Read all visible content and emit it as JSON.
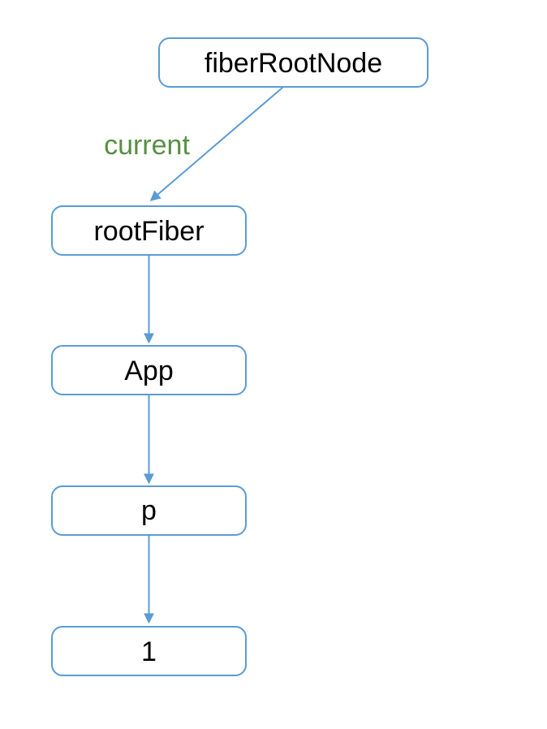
{
  "diagram": {
    "nodes": [
      {
        "id": "fiberRootNode",
        "label": "fiberRootNode"
      },
      {
        "id": "rootFiber",
        "label": "rootFiber"
      },
      {
        "id": "App",
        "label": "App"
      },
      {
        "id": "p",
        "label": "p"
      },
      {
        "id": "1",
        "label": "1"
      }
    ],
    "edges": [
      {
        "from": "fiberRootNode",
        "to": "rootFiber",
        "label": "current"
      },
      {
        "from": "rootFiber",
        "to": "App",
        "label": ""
      },
      {
        "from": "App",
        "to": "p",
        "label": ""
      },
      {
        "from": "p",
        "to": "1",
        "label": ""
      }
    ]
  },
  "colors": {
    "node_border": "#5b9bd5",
    "arrow": "#5b9bd5",
    "edge_label": "#578f41",
    "node_text": "#000000",
    "background": "#ffffff"
  }
}
